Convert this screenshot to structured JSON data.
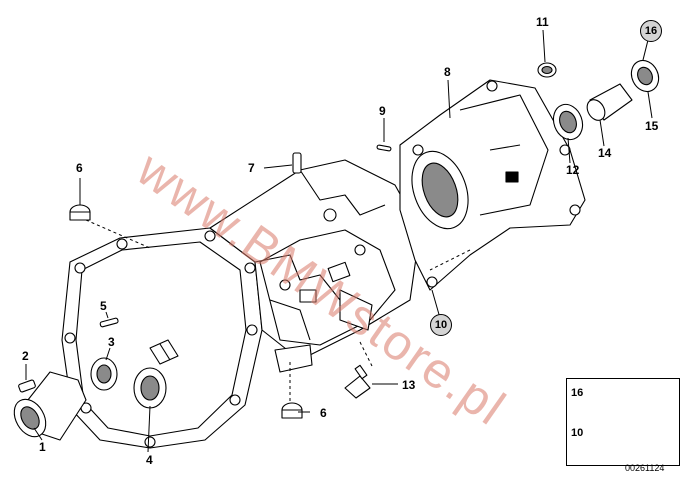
{
  "callouts": [
    {
      "id": "c1",
      "text": "1"
    },
    {
      "id": "c2",
      "text": "2"
    },
    {
      "id": "c3",
      "text": "3"
    },
    {
      "id": "c4",
      "text": "4"
    },
    {
      "id": "c5",
      "text": "5"
    },
    {
      "id": "c6a",
      "text": "6"
    },
    {
      "id": "c6b",
      "text": "6"
    },
    {
      "id": "c7",
      "text": "7"
    },
    {
      "id": "c8",
      "text": "8"
    },
    {
      "id": "c9",
      "text": "9"
    },
    {
      "id": "c10",
      "text": "10"
    },
    {
      "id": "c11",
      "text": "11"
    },
    {
      "id": "c12",
      "text": "12"
    },
    {
      "id": "c13",
      "text": "13"
    },
    {
      "id": "c14",
      "text": "14"
    },
    {
      "id": "c15",
      "text": "15"
    },
    {
      "id": "c16",
      "text": "16"
    }
  ],
  "legend": {
    "item_a": "16",
    "item_b": "10"
  },
  "watermark": "www.BMWstore.pl",
  "drawing_code": "00261124",
  "colors": {
    "line": "#000000",
    "part_fill": "#ffffff",
    "shade": "#8a8a8a",
    "circle_fill": "#d4d4d4",
    "watermark": "#d97a6a"
  }
}
